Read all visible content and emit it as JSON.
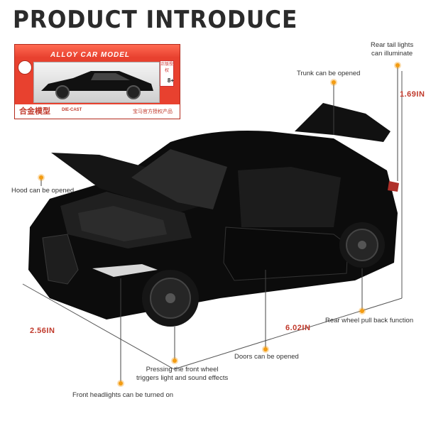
{
  "title": "PRODUCT INTRODUCE",
  "box": {
    "title": "ALLOY CAR MODEL",
    "age": "8+",
    "brand_cn": "合金模型",
    "diecast": "DIE-CAST",
    "license_cn": "宝马官方授权产品",
    "badge_cn": "正版授权"
  },
  "callouts": {
    "rear_tail": "Rear tail lights\ncan illuminate",
    "trunk": "Trunk can be opened",
    "hood": "Hood can be opened",
    "rear_wheel": "Rear wheel pull back function",
    "doors": "Doors can be opened",
    "front_wheel": "Pressing the front wheel\ntriggers light and sound effects",
    "headlights": "Front headlights can be turned on"
  },
  "dimensions": {
    "height": "1.69IN",
    "width": "2.56IN",
    "length": "6.02IN"
  },
  "colors": {
    "accent": "#f39c12",
    "dimension": "#c0392b",
    "box_red": "#e8412f",
    "car_body": "#0c0c0c"
  }
}
